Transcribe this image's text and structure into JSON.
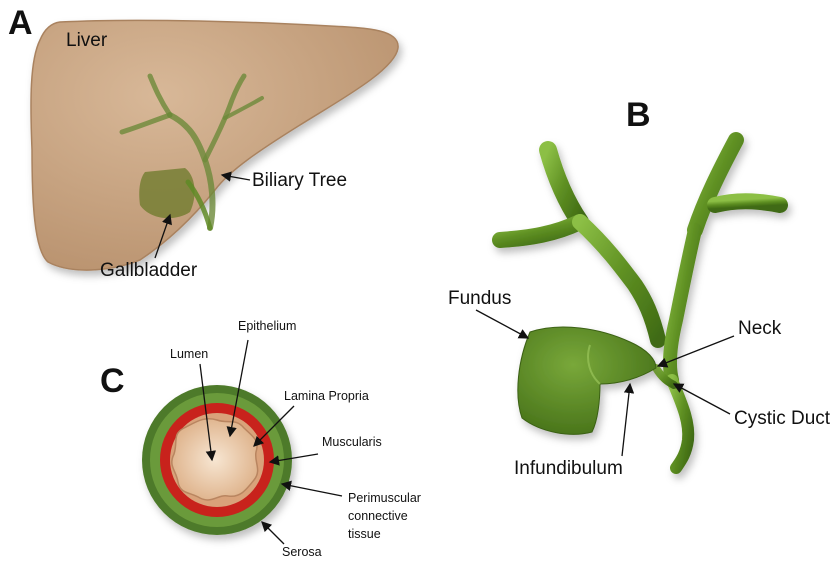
{
  "panels": {
    "a": {
      "letter": "A",
      "liver_label": "Liver",
      "biliary_label": "Biliary Tree",
      "gallbladder_label": "Gallbladder"
    },
    "b": {
      "letter": "B",
      "fundus_label": "Fundus",
      "neck_label": "Neck",
      "cystic_duct_label": "Cystic Duct",
      "infundibulum_label": "Infundibulum"
    },
    "c": {
      "letter": "C",
      "lumen_label": "Lumen",
      "epithelium_label": "Epithelium",
      "lamina_label": "Lamina Propria",
      "muscularis_label": "Muscularis",
      "perimuscular_line1": "Perimuscular",
      "perimuscular_line2": "connective",
      "perimuscular_line3": "tissue",
      "serosa_label": "Serosa"
    }
  },
  "colors": {
    "liver": "#c9a584",
    "liver_edge": "#a9825f",
    "bile_green": "#5c8a20",
    "bile_green_light": "#8ab84a",
    "serosa_green": "#4e7a2a",
    "muscularis_red": "#c8201e",
    "lamina_tan": "#d9a27a",
    "epithelium_tan": "#e9c3a0"
  }
}
